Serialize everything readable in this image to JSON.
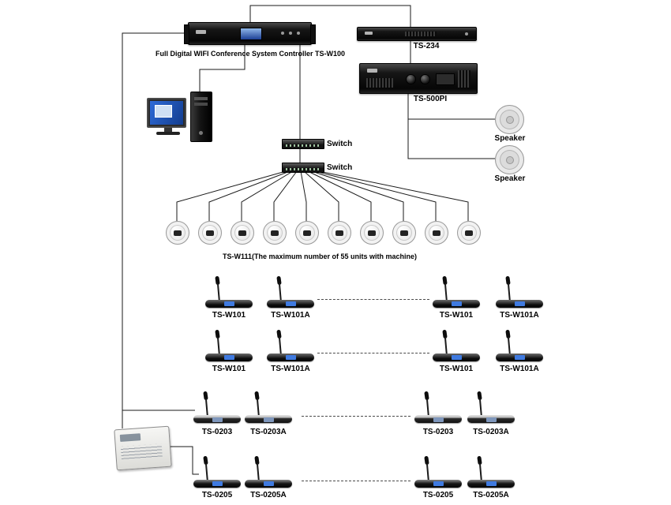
{
  "colors": {
    "wire": "#1a1a1a",
    "rack_body": "#141414",
    "lcd_blue": "#3f7ae0",
    "monitor_blue": "#2e6bd8",
    "ceiling_unit": "#ececec"
  },
  "controller": {
    "label": "Full Digital WIFI Conference System Controller TS-W100"
  },
  "ts234": {
    "label": "TS-234"
  },
  "ts500pi": {
    "label": "TS-500PI"
  },
  "speakers": {
    "top_label": "Speaker",
    "bottom_label": "Speaker"
  },
  "switches": {
    "first_label": "Switch",
    "second_label": "Switch"
  },
  "ceiling_units": {
    "count": 10,
    "caption": "TS-W111(The maximum number of 55 units with machine)"
  },
  "mic_rows": [
    {
      "units": [
        "TS-W101",
        "TS-W101A",
        "TS-W101",
        "TS-W101A"
      ]
    },
    {
      "units": [
        "TS-W101",
        "TS-W101A",
        "TS-W101",
        "TS-W101A"
      ]
    },
    {
      "units": [
        "TS-0203",
        "TS-0203A",
        "TS-0203",
        "TS-0203A"
      ]
    },
    {
      "units": [
        "TS-0205",
        "TS-0205A",
        "TS-0205",
        "TS-0205A"
      ]
    }
  ]
}
